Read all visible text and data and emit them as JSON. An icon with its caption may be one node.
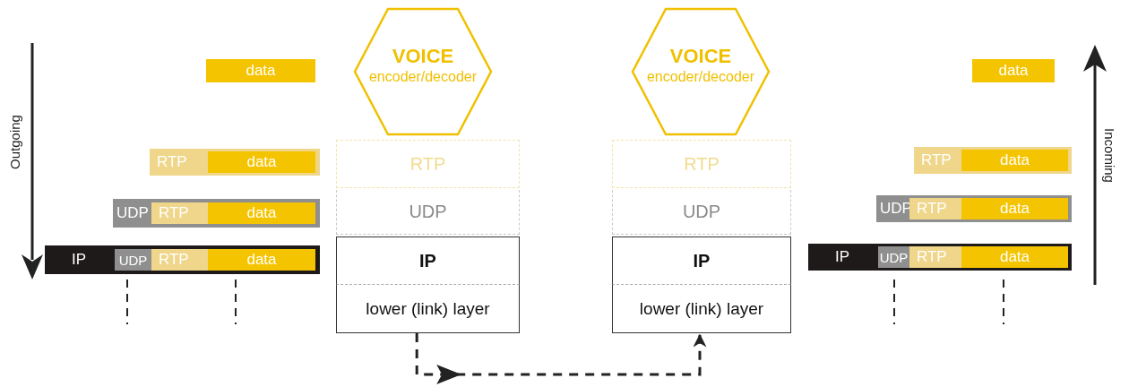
{
  "diagram": {
    "nodes": [
      {
        "text": [
          "data"
        ]
      },
      {
        "text": [
          "VOICE",
          "encoder/decoder"
        ]
      },
      {
        "text": [
          "VOICE",
          "encoder/decoder"
        ]
      },
      {
        "text": [
          "data"
        ]
      },
      {
        "text": [
          "RTP"
        ]
      },
      {
        "text": [
          "data"
        ],
        "in": 4
      },
      {
        "text": [
          "RTP"
        ]
      },
      {
        "text": [
          "RTP"
        ]
      },
      {
        "text": [
          "RTP"
        ]
      },
      {
        "text": [
          "data"
        ],
        "in": 8
      },
      {
        "text": [
          "UDP"
        ]
      },
      {
        "text": [
          "RTP"
        ],
        "in": 10
      },
      {
        "text": [
          "data"
        ],
        "in": 10
      },
      {
        "text": [
          "UDP"
        ]
      },
      {
        "text": [
          "UDP"
        ]
      },
      {
        "text": [
          "UDP"
        ]
      },
      {
        "text": [
          "RTP"
        ],
        "in": 15
      },
      {
        "text": [
          "data"
        ],
        "in": 15
      },
      {
        "text": [
          "IP"
        ]
      },
      {
        "text": [
          "UDP"
        ],
        "in": 18
      },
      {
        "text": [
          "RTP"
        ],
        "in": 18
      },
      {
        "text": [
          "data"
        ],
        "in": 18
      },
      {
        "text": [
          "IP"
        ]
      },
      {
        "text": [
          "IP"
        ]
      },
      {
        "text": [
          "IP"
        ]
      },
      {
        "text": [
          "UDP"
        ],
        "in": 24
      },
      {
        "text": [
          "RTP"
        ],
        "in": 24
      },
      {
        "text": [
          "data"
        ],
        "in": 24
      },
      {
        "text": [
          "lower (link) layer"
        ]
      },
      {
        "text": [
          "lower (link) layer"
        ]
      }
    ],
    "edges": [
      {
        "from": 28,
        "to": 29,
        "arrow": "to",
        "style": "dashed"
      }
    ],
    "labels": [
      "Outgoing",
      "Incoming"
    ]
  }
}
